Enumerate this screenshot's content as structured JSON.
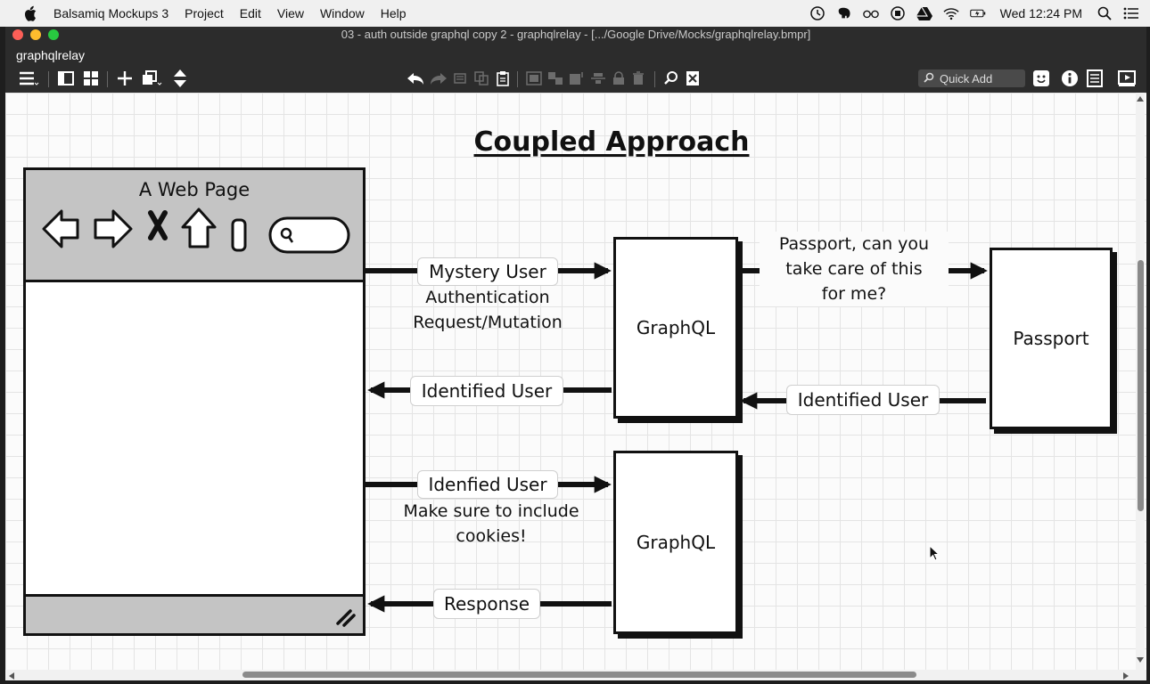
{
  "menubar": {
    "app_name": "Balsamiq Mockups 3",
    "items": [
      "Project",
      "Edit",
      "View",
      "Window",
      "Help"
    ],
    "clock": "Wed 12:24 PM"
  },
  "window": {
    "title": "03 - auth outside graphql copy 2 - graphqlrelay - [.../Google Drive/Mocks/graphqlrelay.bmpr]"
  },
  "toolbar": {
    "project_name": "graphqlrelay",
    "quick_add_label": "Quick Add"
  },
  "diagram": {
    "heading": "Coupled Approach",
    "browser": {
      "title": "A Web Page"
    },
    "graphql_top": "GraphQL",
    "graphql_bottom": "GraphQL",
    "passport": "Passport",
    "labels": {
      "mystery_user": "Mystery User",
      "auth_note_line1": "Authentication",
      "auth_note_line2": "Request/Mutation",
      "passport_note_line1": "Passport, can you",
      "passport_note_line2": "take care of this",
      "passport_note_line3": "for me?",
      "identified_user_left": "Identified User",
      "identified_user_right": "Identified User",
      "idenfied_user": "Idenfied User",
      "cookies_note_line1": "Make sure to include",
      "cookies_note_line2": "cookies!",
      "response": "Response"
    }
  }
}
